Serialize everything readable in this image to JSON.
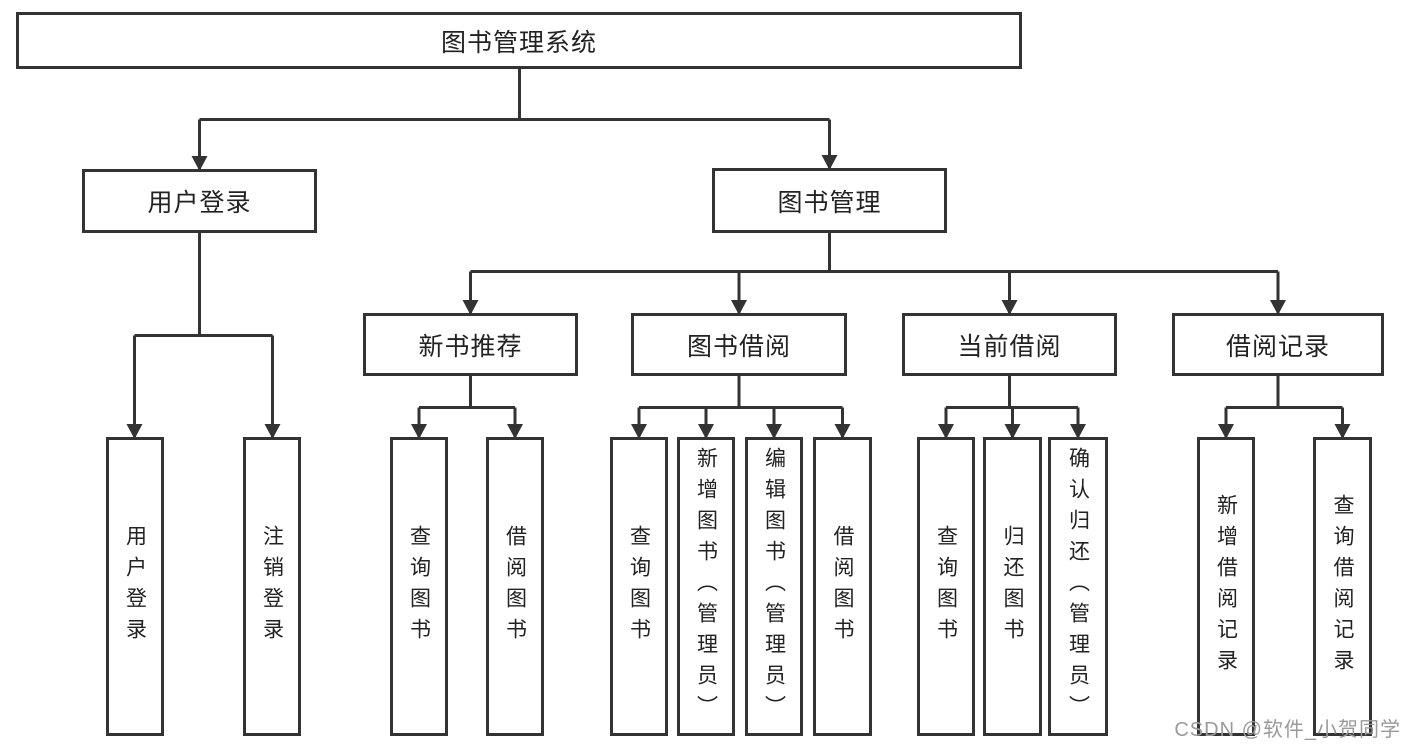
{
  "diagram": {
    "root": {
      "label": "图书管理系统"
    },
    "level2": [
      {
        "label": "用户登录",
        "parent": "图书管理系统"
      },
      {
        "label": "图书管理",
        "parent": "图书管理系统"
      }
    ],
    "level3": [
      {
        "label": "新书推荐",
        "parent": "图书管理"
      },
      {
        "label": "图书借阅",
        "parent": "图书管理"
      },
      {
        "label": "当前借阅",
        "parent": "图书管理"
      },
      {
        "label": "借阅记录",
        "parent": "图书管理"
      }
    ],
    "leaves": [
      {
        "label": "用户登录",
        "parent": "用户登录"
      },
      {
        "label": "注销登录",
        "parent": "用户登录"
      },
      {
        "label": "查询图书",
        "parent": "新书推荐"
      },
      {
        "label": "借阅图书",
        "parent": "新书推荐"
      },
      {
        "label": "查询图书",
        "parent": "图书借阅"
      },
      {
        "label": "新增图书（管理员）",
        "parent": "图书借阅"
      },
      {
        "label": "编辑图书（管理员）",
        "parent": "图书借阅"
      },
      {
        "label": "借阅图书",
        "parent": "图书借阅"
      },
      {
        "label": "查询图书",
        "parent": "当前借阅"
      },
      {
        "label": "归还图书",
        "parent": "当前借阅"
      },
      {
        "label": "确认归还（管理员）",
        "parent": "当前借阅"
      },
      {
        "label": "新增借阅记录",
        "parent": "借阅记录"
      },
      {
        "label": "查询借阅记录",
        "parent": "借阅记录"
      }
    ]
  },
  "watermark": {
    "text": "CSDN @软件_小贺同学"
  },
  "colors": {
    "line": "#333333",
    "text": "#222222",
    "watermark": "#9a9a9a",
    "background": "#ffffff"
  }
}
